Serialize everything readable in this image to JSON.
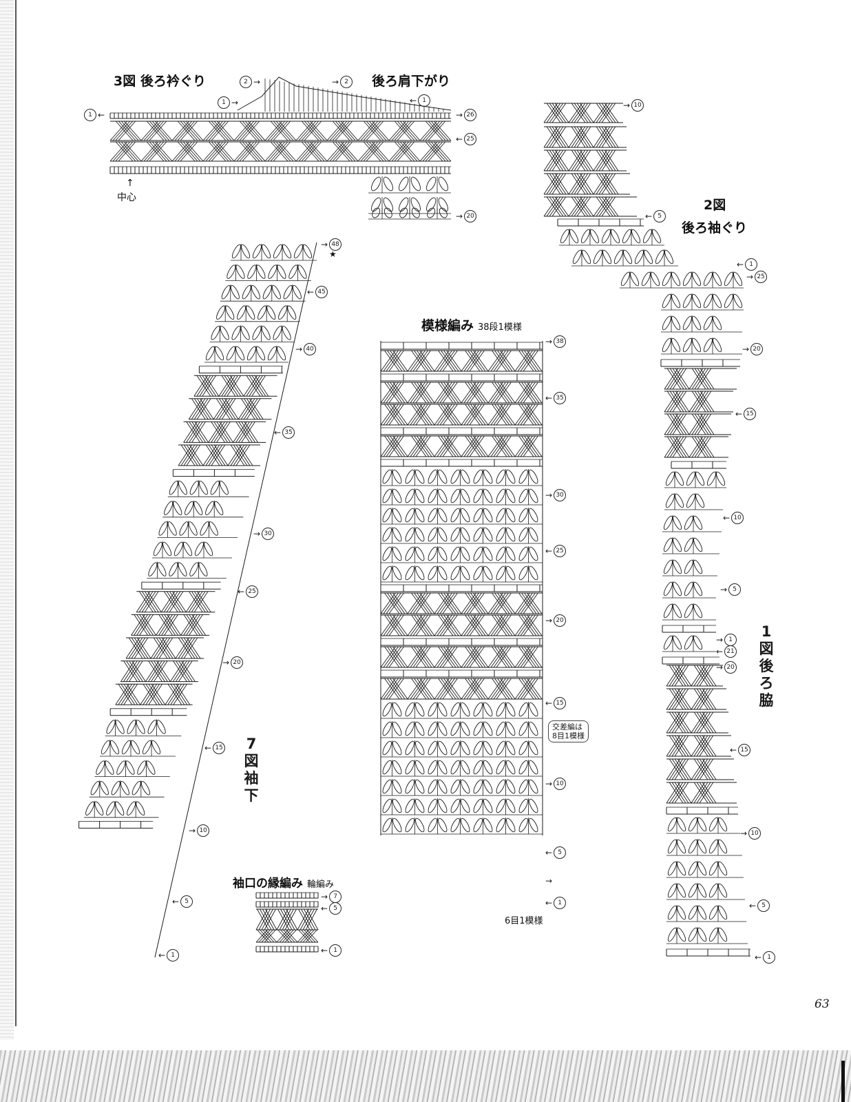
{
  "page_number": "63",
  "center_mark": "↑",
  "center_label": "中心",
  "star": "★",
  "figures": {
    "fig3": {
      "title": "3図 後ろ衿ぐり",
      "subtitle": "後ろ肩下がり"
    },
    "fig2": {
      "title": "2図",
      "subtitle": "後ろ袖ぐり"
    },
    "fig1": {
      "vertical_title": [
        "1",
        "図",
        "後",
        "ろ",
        "脇"
      ]
    },
    "fig7": {
      "vertical_title": [
        "7",
        "図",
        "袖",
        "下"
      ]
    },
    "pattern": {
      "title": "模様編み",
      "subtitle": "38段1模様",
      "bottom_note": "6目1模様",
      "side_note": [
        "交差編は",
        "8目1模様"
      ]
    },
    "cuff": {
      "title": "袖口の縁編み",
      "subtitle": "輪編み"
    }
  },
  "row_markers": {
    "fig3": [
      "1",
      "2",
      "1",
      "2",
      "1",
      "26",
      "25",
      "20"
    ],
    "fig2": [
      "10",
      "5",
      "1",
      "25",
      "20",
      "15",
      "10",
      "5",
      "1",
      "21",
      "20",
      "15",
      "10",
      "5",
      "1"
    ],
    "fig7": [
      "48",
      "45",
      "40",
      "35",
      "30",
      "25",
      "20",
      "15",
      "10",
      "5",
      "1"
    ],
    "pattern": [
      "38",
      "35",
      "30",
      "25",
      "20",
      "15",
      "10",
      "5",
      "1"
    ],
    "cuff": [
      "7",
      "5",
      "1"
    ]
  },
  "colors": {
    "ink": "#1a1a1a",
    "paper": "#ffffff"
  }
}
